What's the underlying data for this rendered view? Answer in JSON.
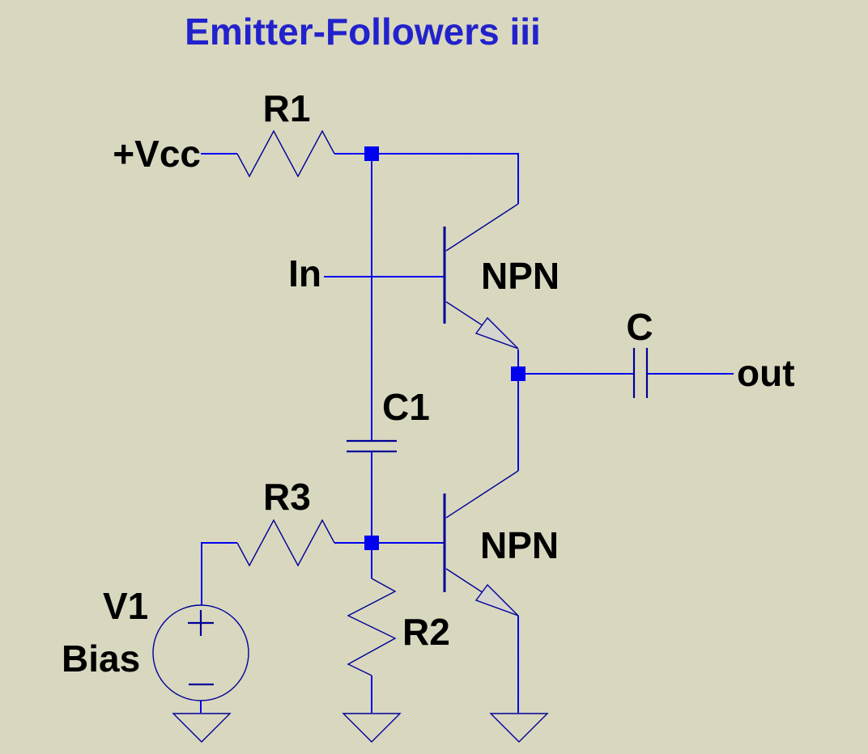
{
  "title": {
    "text": "Emitter-Followers iii"
  },
  "colors": {
    "background": "#d5d4cf",
    "background-dot": "#dcdbae",
    "wire": "#0000f0",
    "symbol": "#000099",
    "junction": "#0000f0",
    "label": "#000000",
    "title": "#2222cc"
  },
  "labels": {
    "vcc": "+Vcc",
    "r1": "R1",
    "in": "In",
    "npn_top": "NPN",
    "c": "C",
    "out": "out",
    "c1": "C1",
    "r3": "R3",
    "r2": "R2",
    "npn_bottom": "NPN",
    "v1": "V1",
    "bias": "Bias"
  },
  "components": [
    {
      "ref": "R1",
      "type": "resistor",
      "orientation": "horizontal"
    },
    {
      "ref": "R2",
      "type": "resistor",
      "orientation": "vertical"
    },
    {
      "ref": "R3",
      "type": "resistor",
      "orientation": "horizontal"
    },
    {
      "ref": "C",
      "type": "capacitor",
      "orientation": "horizontal"
    },
    {
      "ref": "C1",
      "type": "capacitor",
      "orientation": "vertical"
    },
    {
      "ref": "NPN",
      "type": "npn-transistor",
      "position": "top"
    },
    {
      "ref": "NPN",
      "type": "npn-transistor",
      "position": "bottom"
    },
    {
      "ref": "V1",
      "type": "dc-voltage-source",
      "sublabel": "Bias"
    }
  ]
}
